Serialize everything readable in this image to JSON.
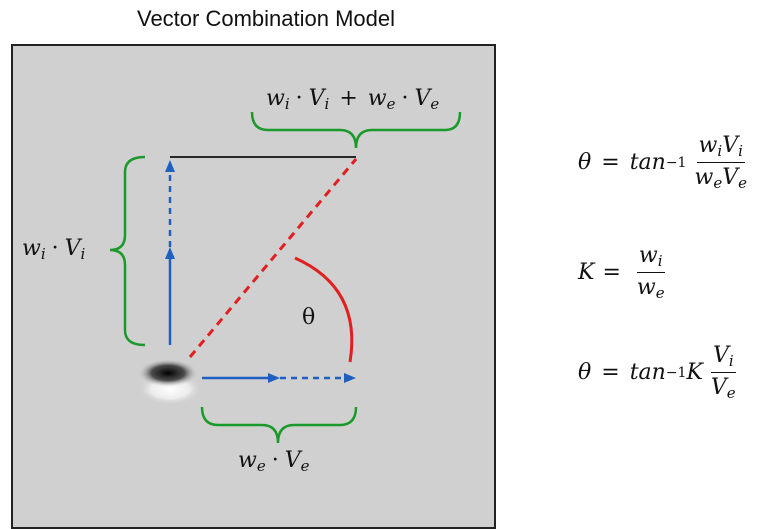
{
  "title": "Vector Combination Model",
  "labels": {
    "top_sum": {
      "w1": "w",
      "s1": "i",
      "v1": "V",
      "t1": "i",
      "plus": "+",
      "w2": "w",
      "s2": "e",
      "v2": "V",
      "t2": "e"
    },
    "left": {
      "w": "w",
      "s": "i",
      "v": "V",
      "t": "i"
    },
    "bottom": {
      "w": "w",
      "s": "e",
      "v": "V",
      "t": "e"
    },
    "theta": "θ"
  },
  "equations": {
    "eq1": {
      "lhs": "θ",
      "eq": "=",
      "fn": "tan",
      "exp": "−1",
      "num": "w_iV_i",
      "den": "w_eV_e"
    },
    "eq2": {
      "lhs": "K",
      "eq": "=",
      "num_w": "w",
      "num_s": "i",
      "den_w": "w",
      "den_s": "e"
    },
    "eq3": {
      "lhs": "θ",
      "eq": "=",
      "fn": "tan",
      "exp": "−1",
      "k": "K",
      "num_v": "V",
      "num_s": "i",
      "den_v": "V",
      "den_s": "e"
    }
  },
  "colors": {
    "panel": "#d0d0d0",
    "vector": "#1f5fbf",
    "resultant": "#e02020",
    "angle": "#e02020",
    "bracket": "#1a9a2a",
    "top_line": "#111111"
  }
}
